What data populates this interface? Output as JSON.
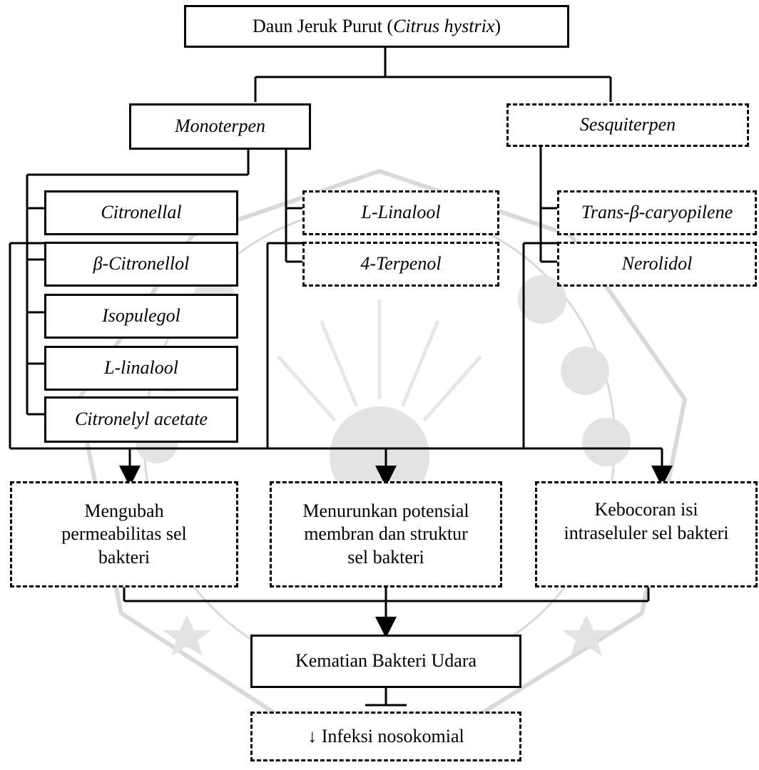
{
  "root": {
    "prefix": "Daun Jeruk Purut (",
    "species": "Citrus hystrix",
    "suffix": ")"
  },
  "groups": {
    "mono": "Monoterpen",
    "sesqui": "Sesquiterpen"
  },
  "mono_compounds": [
    "Citronellal",
    "β-Citronellol",
    "Isopulegol",
    "L-linalool",
    "Citronelyl acetate"
  ],
  "mono_compounds_dashed": [
    "L-Linalool",
    "4-Terpenol"
  ],
  "sesqui_compounds": [
    "Trans-β-caryopilene",
    "Nerolidol"
  ],
  "effects": [
    [
      "Mengubah",
      "permeabilitas sel",
      "bakteri"
    ],
    [
      "Menurunkan potensial",
      "membran dan struktur",
      "sel bakteri"
    ],
    [
      "Kebocoran isi",
      "intraseluler sel bakteri"
    ]
  ],
  "result": "Kematian Bakteri Udara",
  "outcome": "↓ Infeksi nosokomial"
}
